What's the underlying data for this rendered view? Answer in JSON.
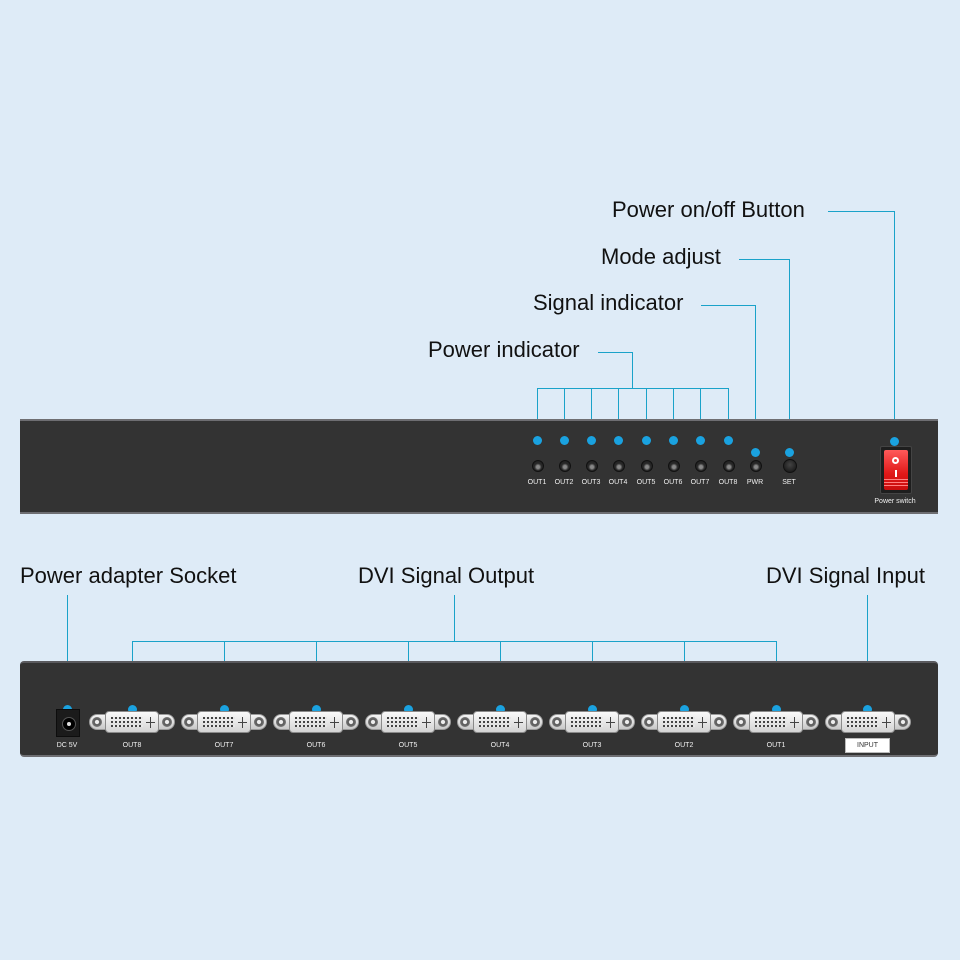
{
  "front_panel": {
    "callouts": {
      "power_button": "Power on/off Button",
      "mode_adjust": "Mode adjust",
      "signal_indicator": "Signal indicator",
      "power_indicator": "Power indicator"
    },
    "led_labels": [
      "OUT1",
      "OUT2",
      "OUT3",
      "OUT4",
      "OUT5",
      "OUT6",
      "OUT7",
      "OUT8"
    ],
    "pwr_label": "PWR",
    "set_label": "SET",
    "switch_label": "Power switch"
  },
  "rear_panel": {
    "callouts": {
      "power_socket": "Power adapter Socket",
      "dvi_output": "DVI Signal Output",
      "dvi_input": "DVI Signal Input"
    },
    "dc_label": "DC 5V",
    "output_labels": [
      "OUT8",
      "OUT7",
      "OUT6",
      "OUT5",
      "OUT4",
      "OUT3",
      "OUT2",
      "OUT1"
    ],
    "input_label": "INPUT"
  },
  "colors": {
    "background": "#deebf7",
    "panel": "#333333",
    "callout_line": "#1aa2c9",
    "dot": "#1aa2e0",
    "switch": "#e01818"
  }
}
